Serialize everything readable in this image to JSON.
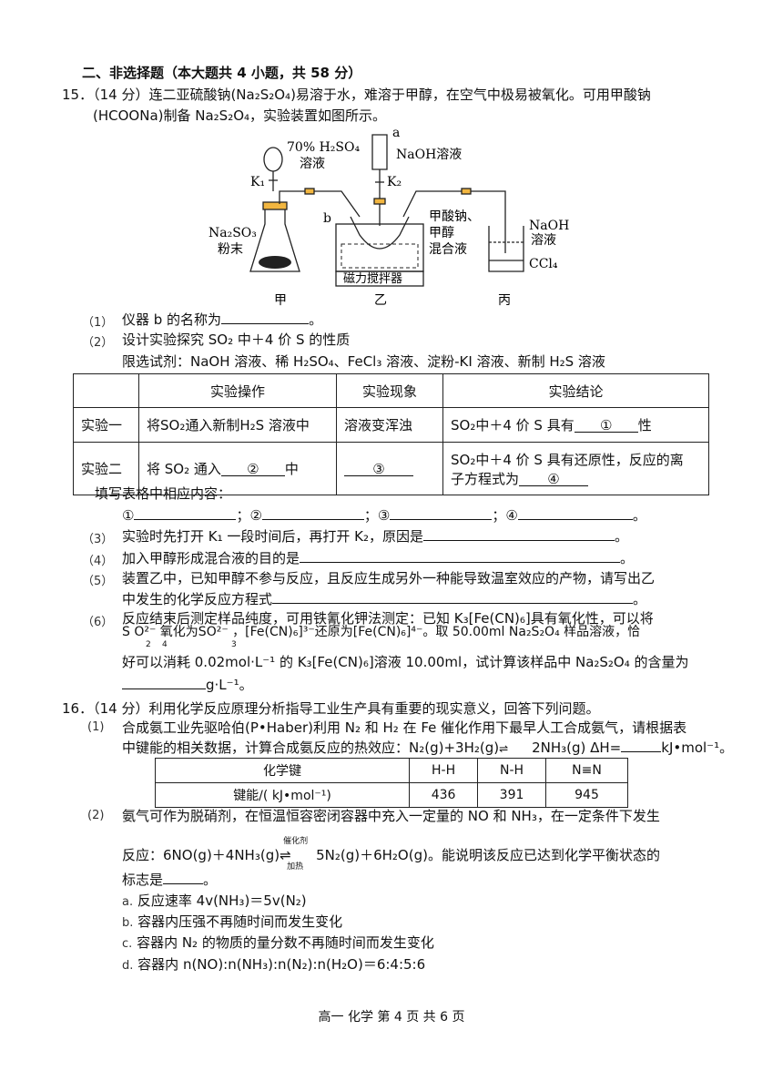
{
  "section_heading": "二、非选择题（本大题共 4 小题，共 58 分）",
  "q15": {
    "intro_line1": "15．（14 分）连二亚硫酸钠(Na₂S₂O₄)易溶于水，难溶于甲醇，在空气中极易被氧化。可用甲酸钠",
    "intro_line2": "(HCOONa)制备 Na₂S₂O₄，实验装置如图所示。",
    "figure": {
      "acid_label": "70% H₂SO₄",
      "acid_label2": "溶液",
      "k1": "K₁",
      "na2so3": "Na₂SO₃",
      "powder": "粉末",
      "a": "a",
      "naoh_funnel": "NaOH溶液",
      "k2": "K₂",
      "b": "b",
      "mix1": "甲酸钠、",
      "mix2": "甲醇",
      "mix3": "混合液",
      "stirrer": "磁力搅拌器",
      "naoh_right1": "NaOH",
      "naoh_right2": "溶液",
      "ccl4": "CCl₄",
      "cap_jia": "甲",
      "cap_yi": "乙",
      "cap_bing": "丙"
    },
    "p1_num": "（1）",
    "p1_text": "仪器 b 的名称为",
    "p1_end": "。",
    "p2_num": "（2）",
    "p2_text": "设计实验探究 SO₂ 中＋4 价 S 的性质",
    "reagents": "限选试剂：NaOH 溶液、稀 H₂SO₄、FeCl₃ 溶液、淀粉-KI 溶液、新制 H₂S 溶液",
    "table": {
      "h_op": "实验操作",
      "h_ph": "实验现象",
      "h_con": "实验结论",
      "r1_name": "实验一",
      "r1_op": "将SO₂通入新制H₂S 溶液中",
      "r1_ph": "溶液变浑浊",
      "r1_con_a": "SO₂中＋4 价 S 具有",
      "r1_con_mark": "①",
      "r1_con_b": "性",
      "r2_name": "实验二",
      "r2_op_a": "将 SO₂ 通入",
      "r2_op_mark": "②",
      "r2_op_b": "中",
      "r2_ph_mark": "③",
      "r2_con_line1": "SO₂中＋4 价 S 具有还原性，反应的离",
      "r2_con_line2a": "子方程式为",
      "r2_con_mark": "④"
    },
    "fill_prompt": "填写表格中相应内容：",
    "m1": "①",
    "m2": "；②",
    "m3": "；③",
    "m4": "；④",
    "m_end": "。",
    "p3_num": "（3）",
    "p3_text": "实验时先打开 K₁ 一段时间后，再打开 K₂，原因是",
    "p3_end": "。",
    "p4_num": "（4）",
    "p4_text": "加入甲醇形成混合液的目的是",
    "p4_end": "。",
    "p5_num": "（5）",
    "p5_line1": "装置乙中，已知甲醇不参与反应，且反应生成另外一种能导致温室效应的产物，请写出乙",
    "p5_line2": "中发生的化学反应方程式",
    "p5_end": "。",
    "p6_num": "（6）",
    "p6_line1": "反应结束后测定样品纯度，可用铁氰化钾法测定：已知 K₃[Fe(CN)₆]具有氧化性，可以将",
    "p6_line2a": "S O²⁻ 氧化为SO²⁻ ，[Fe(CN)₆]³⁻还原为[Fe(CN)₆]⁴⁻。取 50.00ml  Na₂S₂O₄ 样品溶液，恰",
    "p6_sub_2": "2",
    "p6_sub_4": "4",
    "p6_sub_3": "3",
    "p6_line3": "好可以消耗 0.02mol·L⁻¹ 的 K₃[Fe(CN)₆]溶液 10.00ml，试计算该样品中 Na₂S₂O₄ 的含量为",
    "p6_unit": "g·L⁻¹。"
  },
  "q16": {
    "intro": "16．（14 分）利用化学反应原理分析指导工业生产具有重要的现实意义，回答下列问题。",
    "p1_num": "(1)",
    "p1_line1": "合成氨工业先驱哈伯(P•Haber)利用 N₂ 和 H₂ 在 Fe 催化作用下最早人工合成氨气，请根据表",
    "p1_line2a": "中键能的相关数据，计算合成氨反应的热效应：N₂(g)+3H₂(g)",
    "p1_line2b": "2NH₃(g) ΔH=",
    "p1_line2c": "kJ•mol⁻¹。",
    "bond_table": {
      "h0": "化学键",
      "h1": "H-H",
      "h2": "N-H",
      "h3": "N≡N",
      "r0": "键能/( kJ•mol⁻¹)",
      "r1": "436",
      "r2": "391",
      "r3": "945"
    },
    "p2_num": "(2)",
    "p2_line1": "氨气可作为脱硝剂，在恒温恒容密闭容器中充入一定量的 NO 和 NH₃，在一定条件下发生",
    "p2_line2a": "反应：6NO(g)＋4NH₃(g)",
    "p2_cat": "催化剂",
    "p2_heat": "加热",
    "p2_line2b": "5N₂(g)＋6H₂O(g)。能说明该反应已达到化学平衡状态的",
    "p2_line3": "标志是",
    "p2_line3_end": "。",
    "opt_a_letter": "a.",
    "opt_a": "反应速率 4v(NH₃)＝5v(N₂)",
    "opt_b_letter": "b.",
    "opt_b": "容器内压强不再随时间而发生变化",
    "opt_c_letter": "c.",
    "opt_c": "容器内 N₂ 的物质的量分数不再随时间而发生变化",
    "opt_d_letter": "d.",
    "opt_d": "容器内     n(NO):n(NH₃):n(N₂):n(H₂O)＝6:4:5:6"
  },
  "footer": "高一 化学 第  4  页 共 6 页"
}
